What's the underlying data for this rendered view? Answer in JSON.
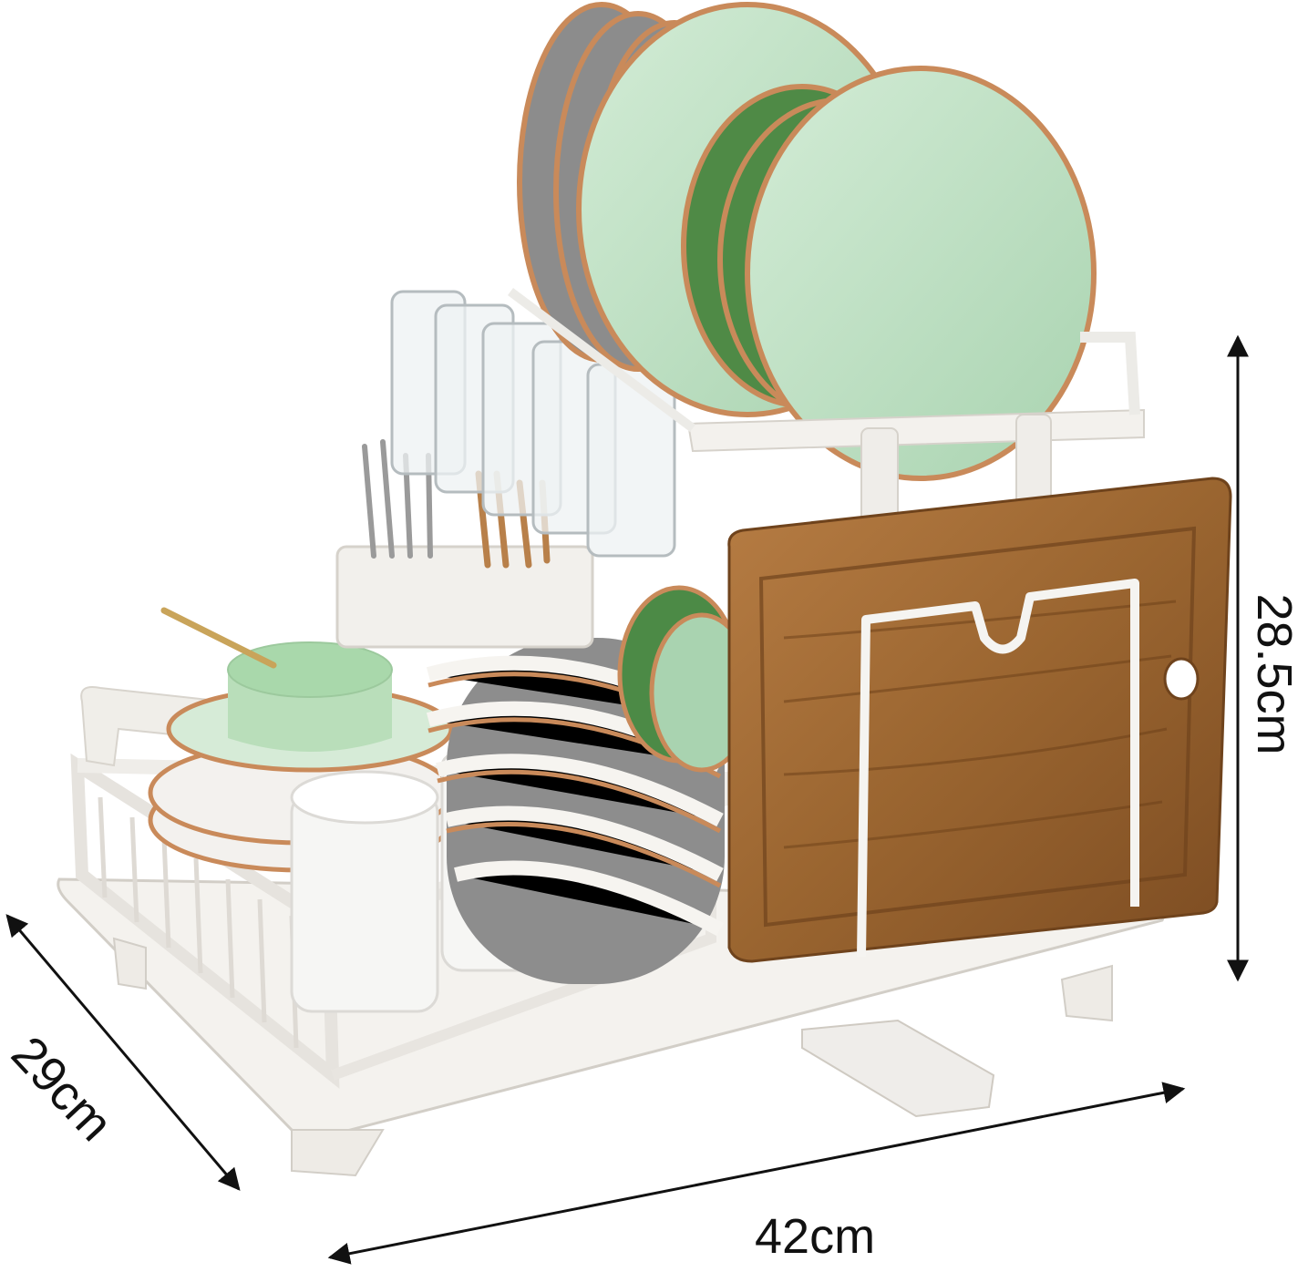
{
  "dimensions": {
    "width": "42cm",
    "height": "28.5cm",
    "depth": "29cm"
  },
  "colors": {
    "background": "#ffffff",
    "rack_frame": "#f2f0ec",
    "rack_shadow": "#d9d6d0",
    "plate_green": "#bfe0c6",
    "plate_dark_green": "#4f8a46",
    "plate_rim": "#c98a5a",
    "plate_grey": "#8c8c8c",
    "cutting_board": "#a8703a",
    "cutting_board_dark": "#7a4d22",
    "glass": "#e8ecee",
    "dimension_line": "#111111"
  }
}
